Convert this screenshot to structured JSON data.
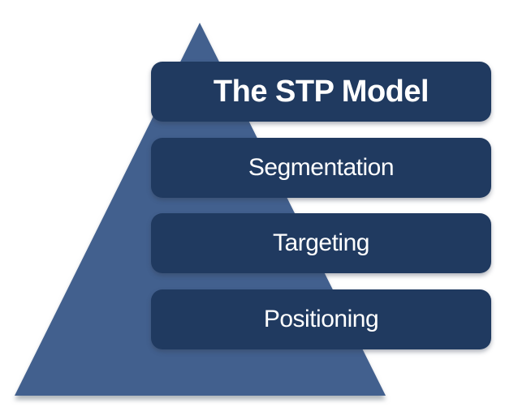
{
  "diagram": {
    "title": "The STP Model",
    "levels": [
      {
        "label": "Segmentation"
      },
      {
        "label": "Targeting"
      },
      {
        "label": "Positioning"
      }
    ],
    "colors": {
      "pyramid_blue": "#42608e",
      "card_navy": "#203a60",
      "text_white": "#ffffff",
      "background": "#ffffff"
    }
  }
}
